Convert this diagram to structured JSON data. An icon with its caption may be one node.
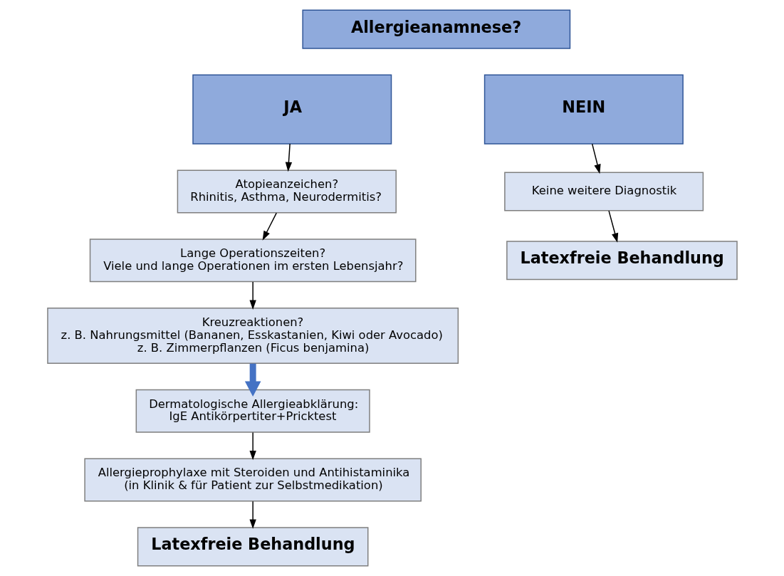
{
  "diagram": {
    "nodes": [
      {
        "text": [
          "Allergieanamnese?"
        ]
      },
      {
        "text": [
          "JA"
        ]
      },
      {
        "text": [
          "NEIN"
        ]
      },
      {
        "text": [
          "Atopieanzeichen?",
          "Rhinitis, Asthma, Neurodermitis?"
        ]
      },
      {
        "text": [
          "Lange Operationszeiten?",
          "Viele und lange Operationen im ersten Lebensjahr?"
        ]
      },
      {
        "text": [
          "Kreuzreaktionen?",
          "z. B. Nahrungsmittel (Bananen, Esskastanien, Kiwi oder Avocado)",
          "z. B. Zimmerpflanzen (Ficus benjamina)"
        ]
      },
      {
        "text": [
          "Dermatologische Allergieabklärung:",
          "IgE Antikörpertiter+Pricktest"
        ]
      },
      {
        "text": [
          "Allergieprophylaxe mit Steroiden und Antihistaminika",
          "(in Klinik & für Patient zur Selbstmedikation)"
        ]
      },
      {
        "text": [
          "Latexfreie Behandlung"
        ]
      },
      {
        "text": [
          "Keine weitere Diagnostik"
        ]
      },
      {
        "text": [
          "Latexfreie Behandlung"
        ]
      }
    ],
    "edges": [
      {
        "from": 1,
        "to": 3,
        "arrow": "to"
      },
      {
        "from": 3,
        "to": 4,
        "arrow": "to"
      },
      {
        "from": 4,
        "to": 5,
        "arrow": "to"
      },
      {
        "from": 5,
        "to": 6,
        "arrow": "to",
        "style": "thick",
        "color": "#4472c4"
      },
      {
        "from": 6,
        "to": 7,
        "arrow": "to"
      },
      {
        "from": 7,
        "to": 8,
        "arrow": "to"
      },
      {
        "from": 2,
        "to": 9,
        "arrow": "to"
      },
      {
        "from": 9,
        "to": 10,
        "arrow": "to"
      }
    ]
  }
}
